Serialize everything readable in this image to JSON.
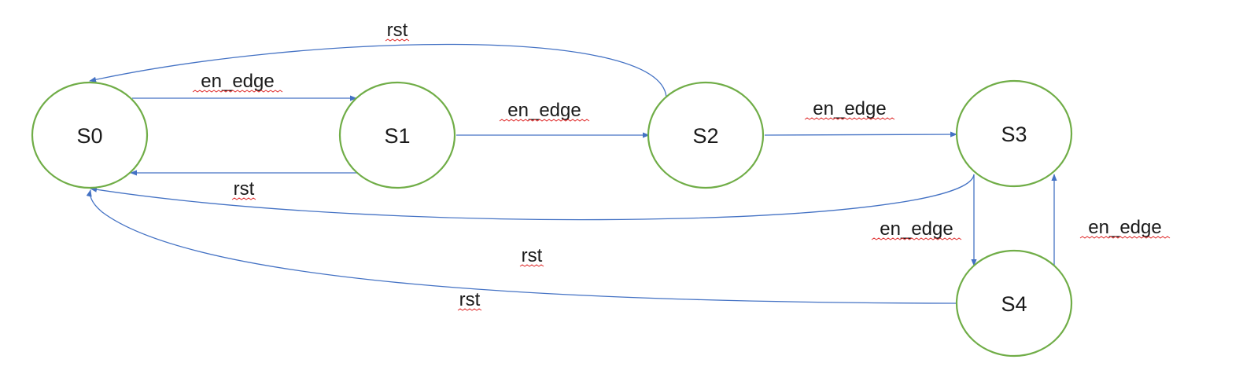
{
  "diagram": {
    "colors": {
      "state_stroke": "#70ad47",
      "edge_stroke": "#4472c4",
      "spellcheck_underline": "#e03030"
    },
    "states": {
      "s0": "S0",
      "s1": "S1",
      "s2": "S2",
      "s3": "S3",
      "s4": "S4"
    },
    "edges": {
      "s0_s1": "en_edge",
      "s1_s2": "en_edge",
      "s2_s3": "en_edge",
      "s3_s4": "en_edge",
      "s4_s3": "en_edge",
      "s1_s0": "rst",
      "s2_s0": "rst",
      "s3_s0": "rst",
      "s4_s0": "rst"
    }
  }
}
